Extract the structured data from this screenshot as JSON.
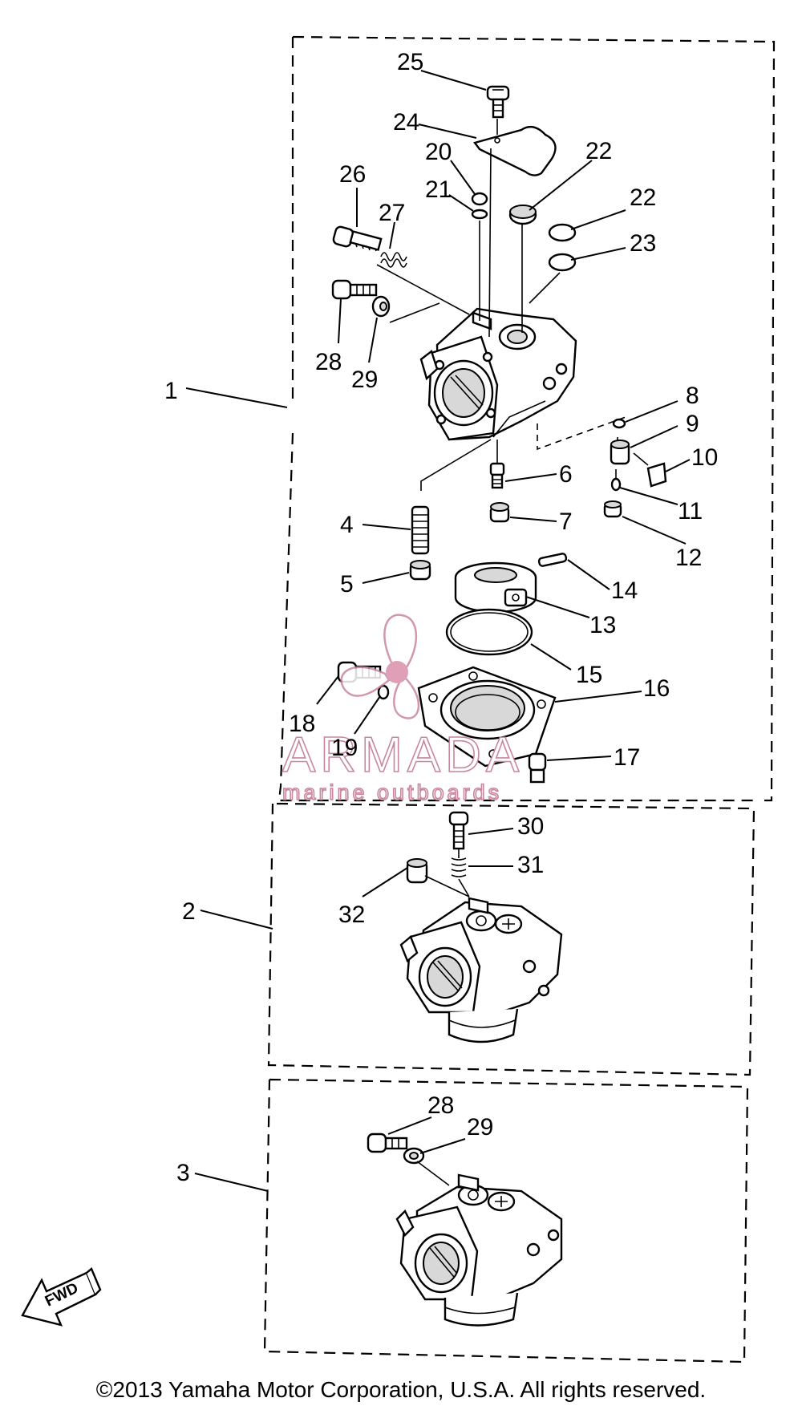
{
  "assemblies": [
    {
      "id": "1",
      "label": "1"
    },
    {
      "id": "2",
      "label": "2"
    },
    {
      "id": "3",
      "label": "3"
    }
  ],
  "callouts": {
    "c1": "1",
    "c2": "2",
    "c3": "3",
    "c4": "4",
    "c5": "5",
    "c6": "6",
    "c7": "7",
    "c8": "8",
    "c9": "9",
    "c10": "10",
    "c11": "11",
    "c12": "12",
    "c13": "13",
    "c14": "14",
    "c15": "15",
    "c16": "16",
    "c17": "17",
    "c18": "18",
    "c19": "19",
    "c20": "20",
    "c21": "21",
    "c22a": "22",
    "c22b": "22",
    "c23": "23",
    "c24": "24",
    "c25": "25",
    "c26": "26",
    "c27": "27",
    "c28": "28",
    "c29": "29",
    "c30": "30",
    "c31": "31",
    "c32": "32",
    "c28b": "28",
    "c29b": "29"
  },
  "direction_arrow": {
    "label": "FWD",
    "icon": "forward-arrow-icon"
  },
  "watermark": {
    "brand": "ARMADA",
    "tagline": "marine outboards",
    "icon": "propeller-logo-icon",
    "color": "#c9879c"
  },
  "copyright": "©2013 Yamaha Motor Corporation, U.S.A. All rights reserved."
}
